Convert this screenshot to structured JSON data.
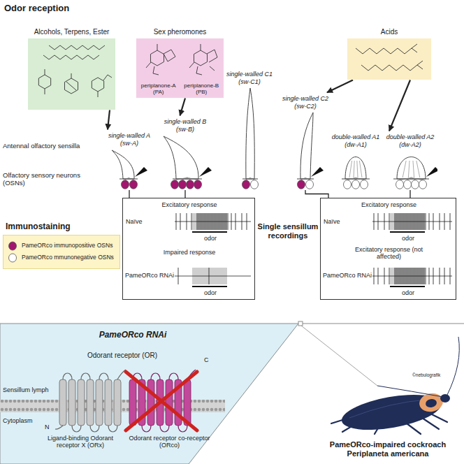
{
  "diagram": {
    "nodes": [
      {
        "text": [
          "Alcohols, Terpens, Ester"
        ]
      },
      {
        "text": [
          "Sex pheromones",
          "periplanone-A (PA)",
          "periplanone-B (PB)"
        ]
      },
      {
        "text": [
          "Acids"
        ]
      },
      {
        "text": [
          "single-walled A (sw-A)"
        ]
      },
      {
        "text": [
          "single-walled B (sw-B)"
        ]
      },
      {
        "text": [
          "single-walled C1 (sw-C1)"
        ]
      },
      {
        "text": [
          "single-walled C2 (sw-C2)"
        ]
      },
      {
        "text": [
          "double-walled A1 (dw-A1)"
        ]
      },
      {
        "text": [
          "double-walled A2 (dw-A2)"
        ]
      },
      {
        "text": [
          "Excitatory response",
          "Naïve",
          "odor",
          "Impaired response",
          "PameORco RNAi",
          "odor"
        ]
      },
      {
        "text": [
          "Excitatory response",
          "Naïve",
          "odor",
          "Excitatory response (not affected)",
          "PameORco RNAi",
          "odor"
        ]
      },
      {
        "text": [
          "PameORco RNAi"
        ]
      }
    ],
    "edges": [
      {
        "from": 0,
        "to": 3,
        "arrow": "to"
      },
      {
        "from": 1,
        "to": 4,
        "arrow": "to"
      },
      {
        "from": 2,
        "to": 6,
        "arrow": "to"
      },
      {
        "from": 2,
        "to": 8,
        "arrow": "to"
      },
      {
        "from": 3,
        "to": 9,
        "arrow": "none"
      },
      {
        "from": 4,
        "to": 9,
        "arrow": "none"
      },
      {
        "from": 6,
        "to": 10,
        "arrow": "none"
      },
      {
        "from": 8,
        "to": 10,
        "arrow": "none"
      }
    ],
    "labels": [
      "Odor reception",
      "Antennal olfactory sensilla",
      "Olfactory sensory neurons (OSNs)",
      "Immunostaining",
      "Single sensillum recordings",
      "Odorant receptor (OR)",
      "Sensillum lymph",
      "Cytoplasm",
      "N",
      "C",
      "Ligand-binding Odorant receptor X (ORx)",
      "Odorant receptor co-receptor (ORco)",
      "PameORco-impaired cockroach Periplaneta americana",
      "©nebulografik"
    ],
    "legend": [
      {
        "text": "PameORco immunopositive OSNs",
        "color": "#a3166f"
      },
      {
        "text": "PameORco mmunonegative OSNs",
        "color": "#ffffff"
      }
    ]
  }
}
